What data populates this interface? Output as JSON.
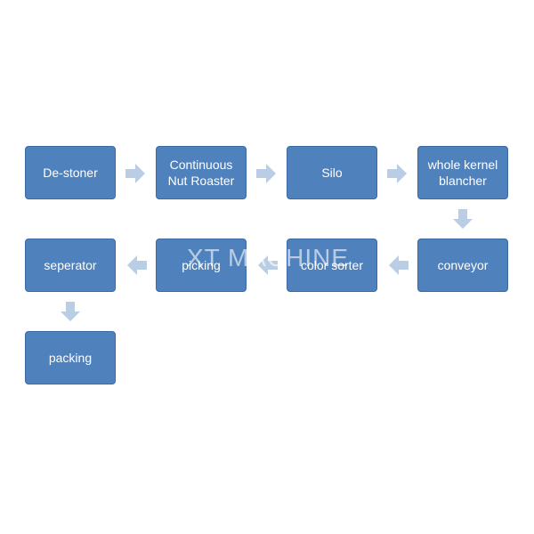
{
  "diagram": {
    "steps": {
      "destoner": "De-stoner",
      "roaster": "Continuous\nNut Roaster",
      "silo": "Silo",
      "blancher": "whole kernel\nblancher",
      "conveyor": "conveyor",
      "color_sorter": "color sorter",
      "picking": "picking",
      "seperator": "seperator",
      "packing": "packing"
    },
    "colors": {
      "box_fill": "#4f81bd",
      "arrow_fill": "#b9cde5"
    },
    "watermark": "XT MACHINE"
  }
}
